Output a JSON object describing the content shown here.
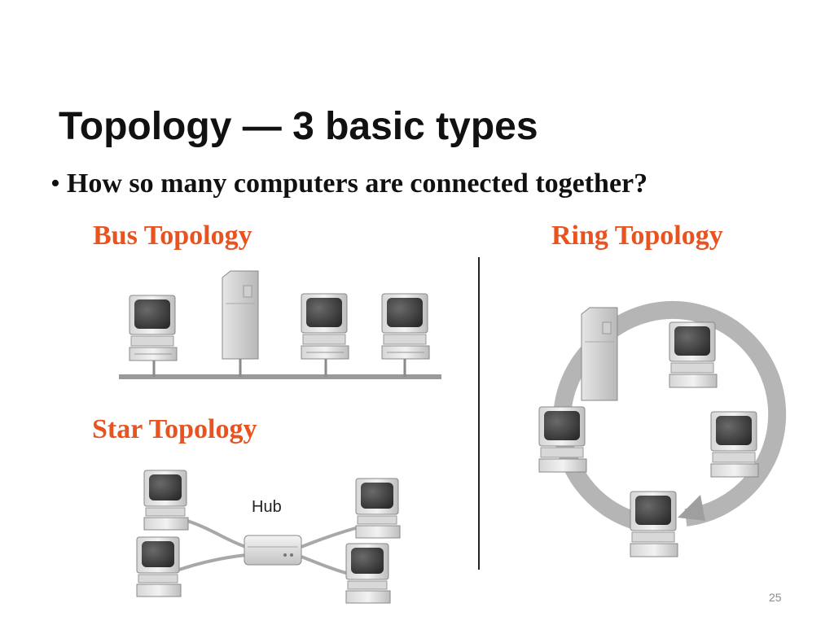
{
  "slide": {
    "title": "Topology — 3 basic types",
    "bullet": "How so many computers are connected together?",
    "bus_label": "Bus Topology",
    "ring_label": "Ring Topology",
    "star_label": "Star Topology",
    "hub_label": "Hub",
    "page_number": "25"
  },
  "colors": {
    "heading_accent": "#e8531f",
    "text": "#111111"
  }
}
